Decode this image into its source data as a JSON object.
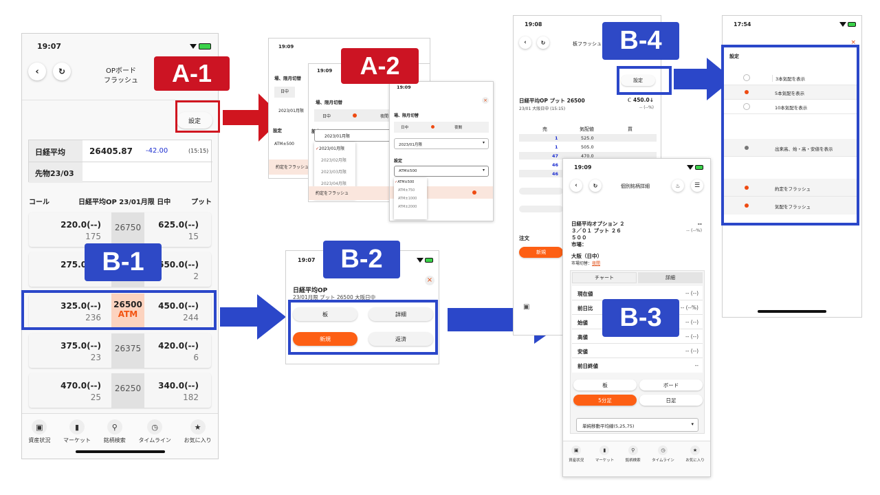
{
  "badges": {
    "a1": "A-1",
    "a2": "A-2",
    "b1": "B-1",
    "b2": "B-2",
    "b3": "B-3",
    "b4": "B-4"
  },
  "screen1": {
    "time": "19:07",
    "title_line1": "OPボード",
    "title_line2": "フラッシュ",
    "settings_label": "設定",
    "index": {
      "label": "日経平均",
      "value": "26405.87",
      "change": "-42.00",
      "time": "(15:15)",
      "future_label": "先物23/03"
    },
    "header": {
      "call": "コール",
      "middle": "日経平均OP 23/01月限 日中",
      "put": "プット"
    },
    "rows": [
      {
        "call": "220.0(--)",
        "call_sub": "175",
        "strike": "26750",
        "atm": "",
        "put": "625.0(--)",
        "put_sub": "15"
      },
      {
        "call": "275.0(--)",
        "call_sub": "",
        "strike": "",
        "atm": "",
        "put": "550.0(--)",
        "put_sub": "2"
      },
      {
        "call": "325.0(--)",
        "call_sub": "236",
        "strike": "26500",
        "atm": "ATM",
        "put": "450.0(--)",
        "put_sub": "244"
      },
      {
        "call": "375.0(--)",
        "call_sub": "23",
        "strike": "26375",
        "atm": "",
        "put": "420.0(--)",
        "put_sub": "6"
      },
      {
        "call": "470.0(--)",
        "call_sub": "25",
        "strike": "26250",
        "atm": "",
        "put": "340.0(--)",
        "put_sub": "182"
      }
    ],
    "tabs": [
      "資産状況",
      "マーケット",
      "銘柄検索",
      "タイムライン",
      "お気に入り"
    ]
  },
  "a2": {
    "back": {
      "time": "19:09",
      "title": "場、限月切替",
      "tab": "日中",
      "month": "2023/01月限",
      "setting": "設定",
      "atm": "ATM±500",
      "flash": "約定をフラッシュ"
    },
    "mid": {
      "time": "19:09",
      "title": "場、限月切替",
      "tab_day": "日中",
      "tab_night": "夜間",
      "month": "2023/01月限",
      "setting": "設定",
      "options": [
        "2023/01月限",
        "2023/02月限",
        "2023/03月限",
        "2023/04月限"
      ],
      "flash": "約定をフラッシュ"
    },
    "front": {
      "time": "19:09",
      "title": "場、限月切替",
      "tab_day": "日中",
      "tab_night": "夜間",
      "month": "2023/01月限",
      "setting": "設定",
      "atm": "ATM±500",
      "options": [
        "ATM±500",
        "ATM±750",
        "ATM±1000",
        "ATM±2000"
      ]
    }
  },
  "b2": {
    "time": "19:07",
    "title": "日経平均OP",
    "subtitle": "23/01月限 プット 26500 大阪日中",
    "buttons": [
      "板",
      "詳細",
      "新規",
      "返済"
    ]
  },
  "b4bg": {
    "time": "19:08",
    "title": "板フラッシュ",
    "settings_label": "設定",
    "name": "日経平均OP プット 26500",
    "sub": "23/01 大阪日中 (15:15)",
    "price": "ℂ 450.0↓",
    "change": "-- (--%)",
    "cols": [
      "売",
      "気配値",
      "買"
    ],
    "rows": [
      {
        "q": "1",
        "p": "525.0"
      },
      {
        "q": "1",
        "p": "505.0"
      },
      {
        "q": "47",
        "p": "470.0"
      },
      {
        "q": "46",
        "p": ""
      },
      {
        "q": "46",
        "p": ""
      }
    ],
    "order_label": "注文",
    "new_label": "新規"
  },
  "b3": {
    "time": "19:09",
    "title": "個別銘柄詳細",
    "name_lines": [
      "日経平均オプション ２",
      "３／０１ プット ２６",
      "５００"
    ],
    "market": "市場：",
    "dash": "--",
    "dash_pct": "-- (--%)",
    "osaka": "大阪（日中）",
    "switch_label": "市場切替：",
    "switch_value": "夜間",
    "tabs": [
      "チャート",
      "詳細"
    ],
    "fields": [
      {
        "k": "現在値",
        "v": "-- (--)"
      },
      {
        "k": "前日比",
        "v": "-- (--%)"
      },
      {
        "k": "始値",
        "v": "-- (--)"
      },
      {
        "k": "高値",
        "v": "-- (--)"
      },
      {
        "k": "安値",
        "v": "-- (--)"
      },
      {
        "k": "前日終値",
        "v": "--"
      }
    ],
    "btn_row1": [
      "板",
      "ボード"
    ],
    "btn_row2": [
      "5分足",
      "日足"
    ],
    "select": "単純移動平均線(5,25,75)",
    "tabs_bottom": [
      "資産状況",
      "マーケット",
      "銘柄検索",
      "タイムライン",
      "お気に入り"
    ]
  },
  "b4": {
    "time": "17:54",
    "title": "設定",
    "items": [
      {
        "label": "3本気配を表示",
        "state": "off"
      },
      {
        "label": "5本気配を表示",
        "state": "on"
      },
      {
        "label": "10本気配を表示",
        "state": "off"
      },
      {
        "label": "出来高、始・高・安値を表示",
        "state": "grey"
      },
      {
        "label": "約定をフラッシュ",
        "state": "on"
      },
      {
        "label": "気配をフラッシュ",
        "state": "on"
      }
    ]
  },
  "colors": {
    "accent": "#fd5f14",
    "blue": "#2e49c6",
    "red": "#cc1423"
  }
}
